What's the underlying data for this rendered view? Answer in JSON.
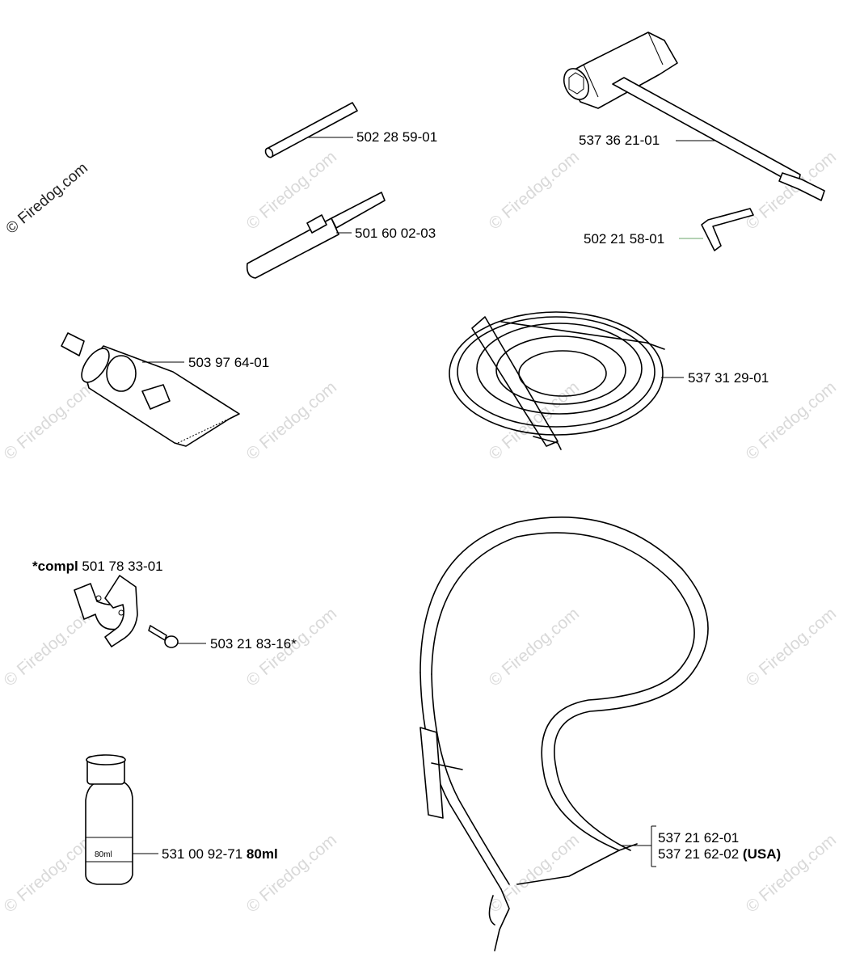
{
  "watermark": {
    "brand_mark": "© Firedog.com"
  },
  "parts": {
    "p1": "502 28 59-01",
    "p2": "501 60 02-03",
    "p3": "537 36 21-01",
    "p4": "502 21 58-01",
    "p5": "503 97 64-01",
    "p6": "537 31 29-01",
    "p7_prefix": "*compl",
    "p7": " 501 78 33-01",
    "p8": "503 21 83-16*",
    "p9": "531 00 92-71",
    "p9_suffix": " 80ml",
    "p9_bottle_label": "80ml",
    "p10a": "537 21 62-01",
    "p10b": "537 21 62-02",
    "p10b_suffix": " (USA)"
  }
}
